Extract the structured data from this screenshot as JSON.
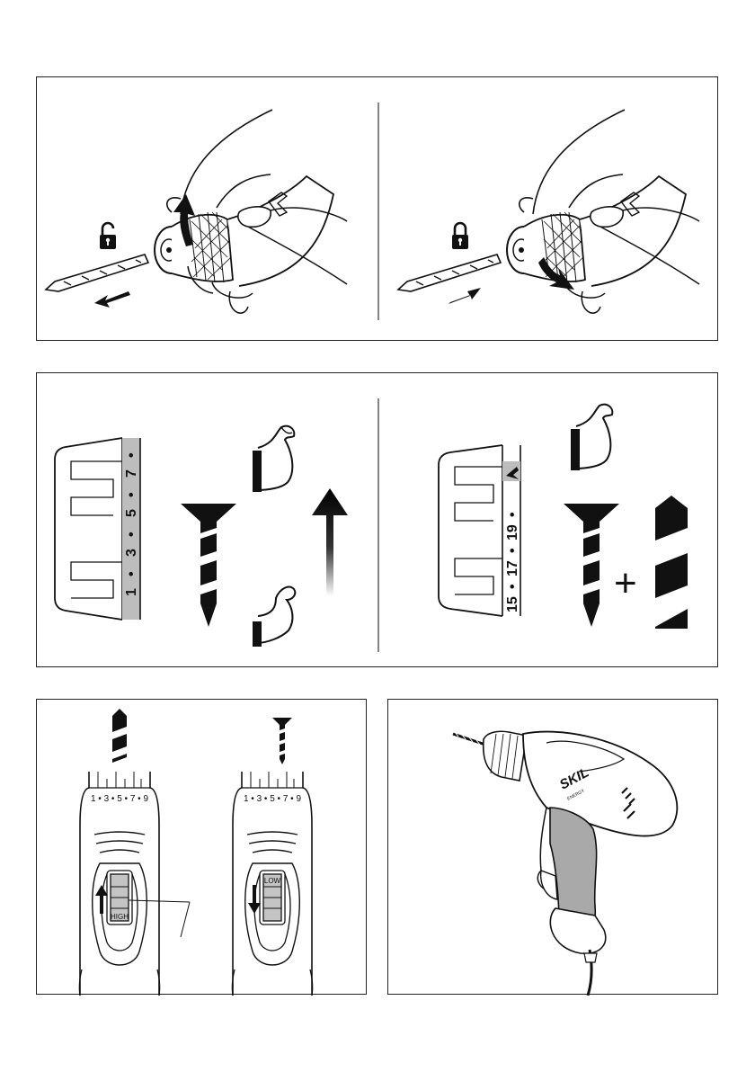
{
  "chuck_panel": {
    "lock_open_icon": "unlock-icon",
    "lock_closed_icon": "lock-icon"
  },
  "clutch_panel": {
    "left_scale": [
      "1",
      "•",
      "3",
      "•",
      "5",
      "•",
      "7",
      "•"
    ],
    "right_scale": [
      "15",
      "•",
      "17",
      "•",
      "19",
      "•"
    ],
    "plus_sign": "+"
  },
  "speed_panel": {
    "collar_scale": "1 • 3 • 5 • 7 • 9",
    "high_label": "HIGH",
    "low_label": "LOW"
  },
  "drill_panel": {
    "brand": "SKIL",
    "model_sub": "ENERGY"
  }
}
